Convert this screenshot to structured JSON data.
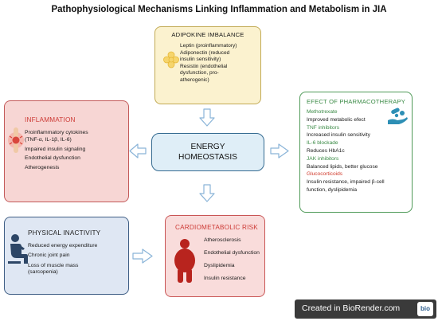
{
  "title": "Pathophysiological Mechanisms Linking Inflammation and Metabolism in JIA",
  "adipokine": {
    "heading": "ADIPOKINE IMBALANCE",
    "lines": [
      "Leptin (proinflammatory)",
      "Adiponectin (reduced",
      "insulin sensitivity)",
      "Resistin (endothelial",
      "dysfunction, pro-",
      "atherogenic)"
    ]
  },
  "inflammation": {
    "heading": "INFLAMMATION",
    "lines": [
      "Proinflammatory cytokines",
      "(TNF-α, IL-1β, IL-6)",
      "Impaired insulin signaling",
      "Endothelial dysfunction",
      "Atherogenesis"
    ]
  },
  "energy": {
    "line1": "ENERGY",
    "line2": "HOMEOSTASIS"
  },
  "pharmacotherapy": {
    "heading": "EFECT OF PHARMACOTHERAPY",
    "items": [
      {
        "label": "Methotrexate",
        "text": "Improved metabolic efect"
      },
      {
        "label": "TNF inhibitors",
        "text": "Increased insulin sensitivity"
      },
      {
        "label": "IL-6 blockade",
        "text": "Reduces HbA1c"
      },
      {
        "label": "JAK inhibitors",
        "text": "Balanced lipids, better glucose"
      },
      {
        "label": "Glucocorticoids",
        "text": "Insulin resistance, impaired β-cell",
        "text2": "function, dyslipidemia"
      }
    ]
  },
  "cardiometabolic": {
    "heading": "CARDIOMETABOLIC RISK",
    "lines": [
      "Atherosclerosis",
      "Endothelial dysfunction",
      "Dyslipidemia",
      "Insulin resistance"
    ]
  },
  "physical": {
    "heading": "PHYSICAL INACTIVITY",
    "lines": [
      "Reduced energy expenditure",
      "Chronic joint pain",
      "Loss of muscle mass",
      "(sarcopenia)"
    ]
  },
  "badge": {
    "text": "Created in BioRender.com",
    "logo": "bio"
  },
  "icons": {
    "adipokine": "fat-cells-icon",
    "inflammation": "inflamed-joint-icon",
    "pharmacotherapy": "hand-pills-icon",
    "cardiometabolic": "obese-person-icon",
    "physical": "sitting-person-icon"
  },
  "colors": {
    "adipokine_fill": "#fbf2cf",
    "inflammation_fill": "#f7d6d4",
    "energy_fill": "#dfeef7",
    "pharma_accent": "#3a8a45",
    "cardio_fill": "#f9dcdb",
    "physical_fill": "#dfe7f3",
    "arrow": "#8ab4d8"
  }
}
